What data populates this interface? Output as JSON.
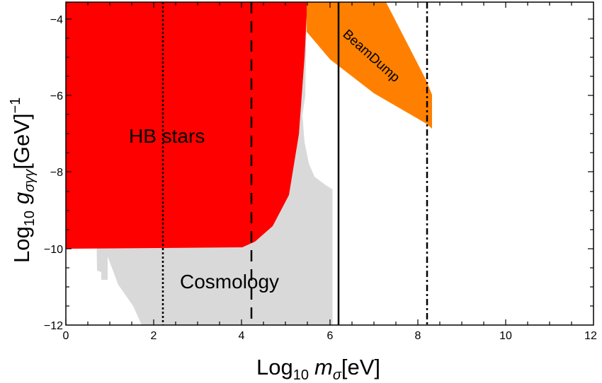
{
  "chart_data": {
    "type": "area",
    "title": "",
    "xlabel": "Log10 mσ[eV]",
    "ylabel": "Log10 gσγγ[GeV]^-1",
    "xlabel_parts": {
      "main": "Log",
      "sub": "10",
      "var": "m",
      "var_sub": "σ",
      "unit": "[eV]"
    },
    "ylabel_parts": {
      "main": "Log",
      "sub": "10",
      "var": "g",
      "var_sub": "σγγ",
      "unit": "[GeV]",
      "sup": "−1"
    },
    "xlim": [
      0,
      12
    ],
    "ylim": [
      -12,
      -3.56
    ],
    "xticks": [
      0,
      2,
      4,
      6,
      8,
      10,
      12
    ],
    "xtick_labels": [
      "0",
      "2",
      "4",
      "6",
      "8",
      "10",
      "12"
    ],
    "yticks": [
      -4,
      -6,
      -8,
      -10,
      -12
    ],
    "ytick_labels": [
      "−4",
      "−6",
      "−8",
      "−10",
      "−12"
    ],
    "grid": false,
    "legend": null,
    "regions": [
      {
        "name": "Cosmology",
        "color": "#d9d9d9",
        "polygon": [
          [
            0.7,
            -10.0
          ],
          [
            0.7,
            -10.58
          ],
          [
            0.8,
            -10.62
          ],
          [
            0.8,
            -10.82
          ],
          [
            0.95,
            -10.82
          ],
          [
            0.95,
            -10.2
          ],
          [
            1.2,
            -10.95
          ],
          [
            1.53,
            -11.5
          ],
          [
            1.72,
            -12.0
          ],
          [
            6.06,
            -12.0
          ],
          [
            6.06,
            -8.43
          ],
          [
            5.9,
            -8.33
          ],
          [
            5.66,
            -8.11
          ],
          [
            5.53,
            -7.75
          ],
          [
            5.43,
            -7.2
          ],
          [
            5.38,
            -6.5
          ],
          [
            5.45,
            -6.0
          ]
        ]
      },
      {
        "name": "HB stars",
        "color": "#ff0000",
        "polygon": [
          [
            0.0,
            -3.56
          ],
          [
            5.49,
            -3.56
          ],
          [
            5.43,
            -5.0
          ],
          [
            5.3,
            -7.0
          ],
          [
            5.08,
            -8.6
          ],
          [
            4.7,
            -9.4
          ],
          [
            4.3,
            -9.8
          ],
          [
            4.0,
            -9.94
          ],
          [
            0.0,
            -9.98
          ]
        ]
      },
      {
        "name": "BeamDump",
        "color": "#ff8000",
        "polygon": [
          [
            5.48,
            -3.56
          ],
          [
            7.28,
            -3.56
          ],
          [
            8.2,
            -5.63
          ],
          [
            8.32,
            -6.0
          ],
          [
            8.32,
            -6.88
          ],
          [
            8.2,
            -6.75
          ],
          [
            7.0,
            -5.95
          ],
          [
            6.0,
            -5.05
          ],
          [
            5.48,
            -4.35
          ]
        ]
      }
    ],
    "vertical_lines": [
      {
        "x": 2.2,
        "style": "dotted",
        "color": "#000000"
      },
      {
        "x": 4.2,
        "style": "dashed",
        "color": "#000000"
      },
      {
        "x": 6.2,
        "style": "solid",
        "color": "#000000"
      },
      {
        "x": 8.2,
        "style": "dashdot",
        "color": "#000000"
      }
    ],
    "annotations": [
      {
        "text": "HB stars",
        "x": 2.5,
        "y": -6.9
      },
      {
        "text": "Cosmology",
        "x": 4.3,
        "y": -11.0
      },
      {
        "text": "BeamDump",
        "x": 6.9,
        "y": -5.0,
        "rotation": 42
      }
    ]
  },
  "labels": {
    "hb": "HB stars",
    "cosmo": "Cosmology",
    "beam": "BeamDump",
    "x_main": "Log",
    "x_sub": "10",
    "x_var": "m",
    "x_var_sub": "σ",
    "x_unit": "[eV]",
    "y_main": "Log",
    "y_sub": "10",
    "y_var": "g",
    "y_var_sub": "σγγ",
    "y_unit": "[GeV]",
    "y_sup": "−1"
  },
  "ticks": {
    "x": [
      "0",
      "2",
      "4",
      "6",
      "8",
      "10",
      "12"
    ],
    "y": [
      "−4",
      "−6",
      "−8",
      "−10",
      "−12"
    ]
  }
}
